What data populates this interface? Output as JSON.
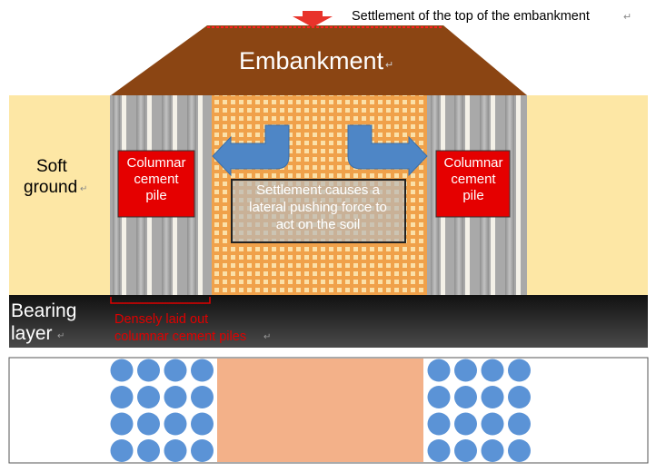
{
  "labels": {
    "top_settlement": "Settlement of the top of the embankment",
    "embankment": "Embankment",
    "soft_ground_line1": "Soft",
    "soft_ground_line2": "ground",
    "left_pile_line1": "Columnar",
    "left_pile_line2": "cement",
    "left_pile_line3": "pile",
    "right_pile_line1": "Columnar",
    "right_pile_line2": "cement",
    "right_pile_line3": "pile",
    "center_line1": "Settlement causes a",
    "center_line2": "lateral pushing force to",
    "center_line3": "act on the soil",
    "bearing_line1": "Bearing",
    "bearing_line2": "layer",
    "dense_line1": "Densely laid out",
    "dense_line2": "columnar cement piles"
  },
  "colors": {
    "soft_ground": "#fde7a5",
    "embankment": "#8b4513",
    "settlement_dash": "#ff2020",
    "arrow_red": "#e8332b",
    "pile_gray": "#a9a9a9",
    "pile_light": "#f4f1e8",
    "center_orange": "#f0a14a",
    "lateral_arrow": "#4e86c6",
    "label_box_red": "#e50000",
    "bearing_dark": "#2b2b2b",
    "circle_blue": "#5b93d6",
    "plan_center": "#f3b189",
    "text_red": "#e00000"
  },
  "plan_view": {
    "left_group": {
      "rows": 4,
      "cols": 4
    },
    "right_group": {
      "rows": 4,
      "cols": 4
    }
  },
  "glyphs": {
    "return_mark": "↵"
  }
}
